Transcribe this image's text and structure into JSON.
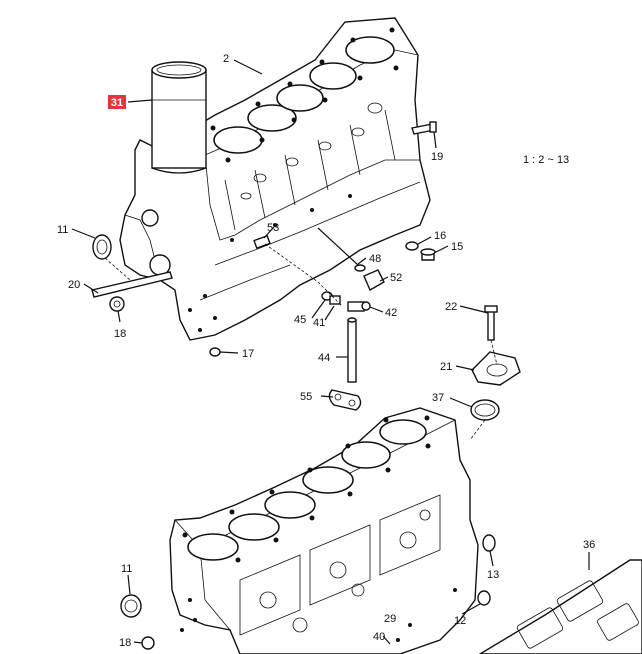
{
  "diagram": {
    "ref_note": "1 : 2 ~ 13",
    "highlight": {
      "label": "31",
      "color": "#e8333b"
    },
    "callouts": {
      "c2": "2",
      "c11a": "11",
      "c20": "20",
      "c18a": "18",
      "c17": "17",
      "c19": "19",
      "c53": "53",
      "c16": "16",
      "c15": "15",
      "c48": "48",
      "c52": "52",
      "c45": "45",
      "c41": "41",
      "c42": "42",
      "c44": "44",
      "c55": "55",
      "c22": "22",
      "c21": "21",
      "c37": "37",
      "c36": "36",
      "c13": "13",
      "c11b": "11",
      "c18b": "18",
      "c12": "12",
      "c29": "29",
      "c40": "40"
    }
  }
}
